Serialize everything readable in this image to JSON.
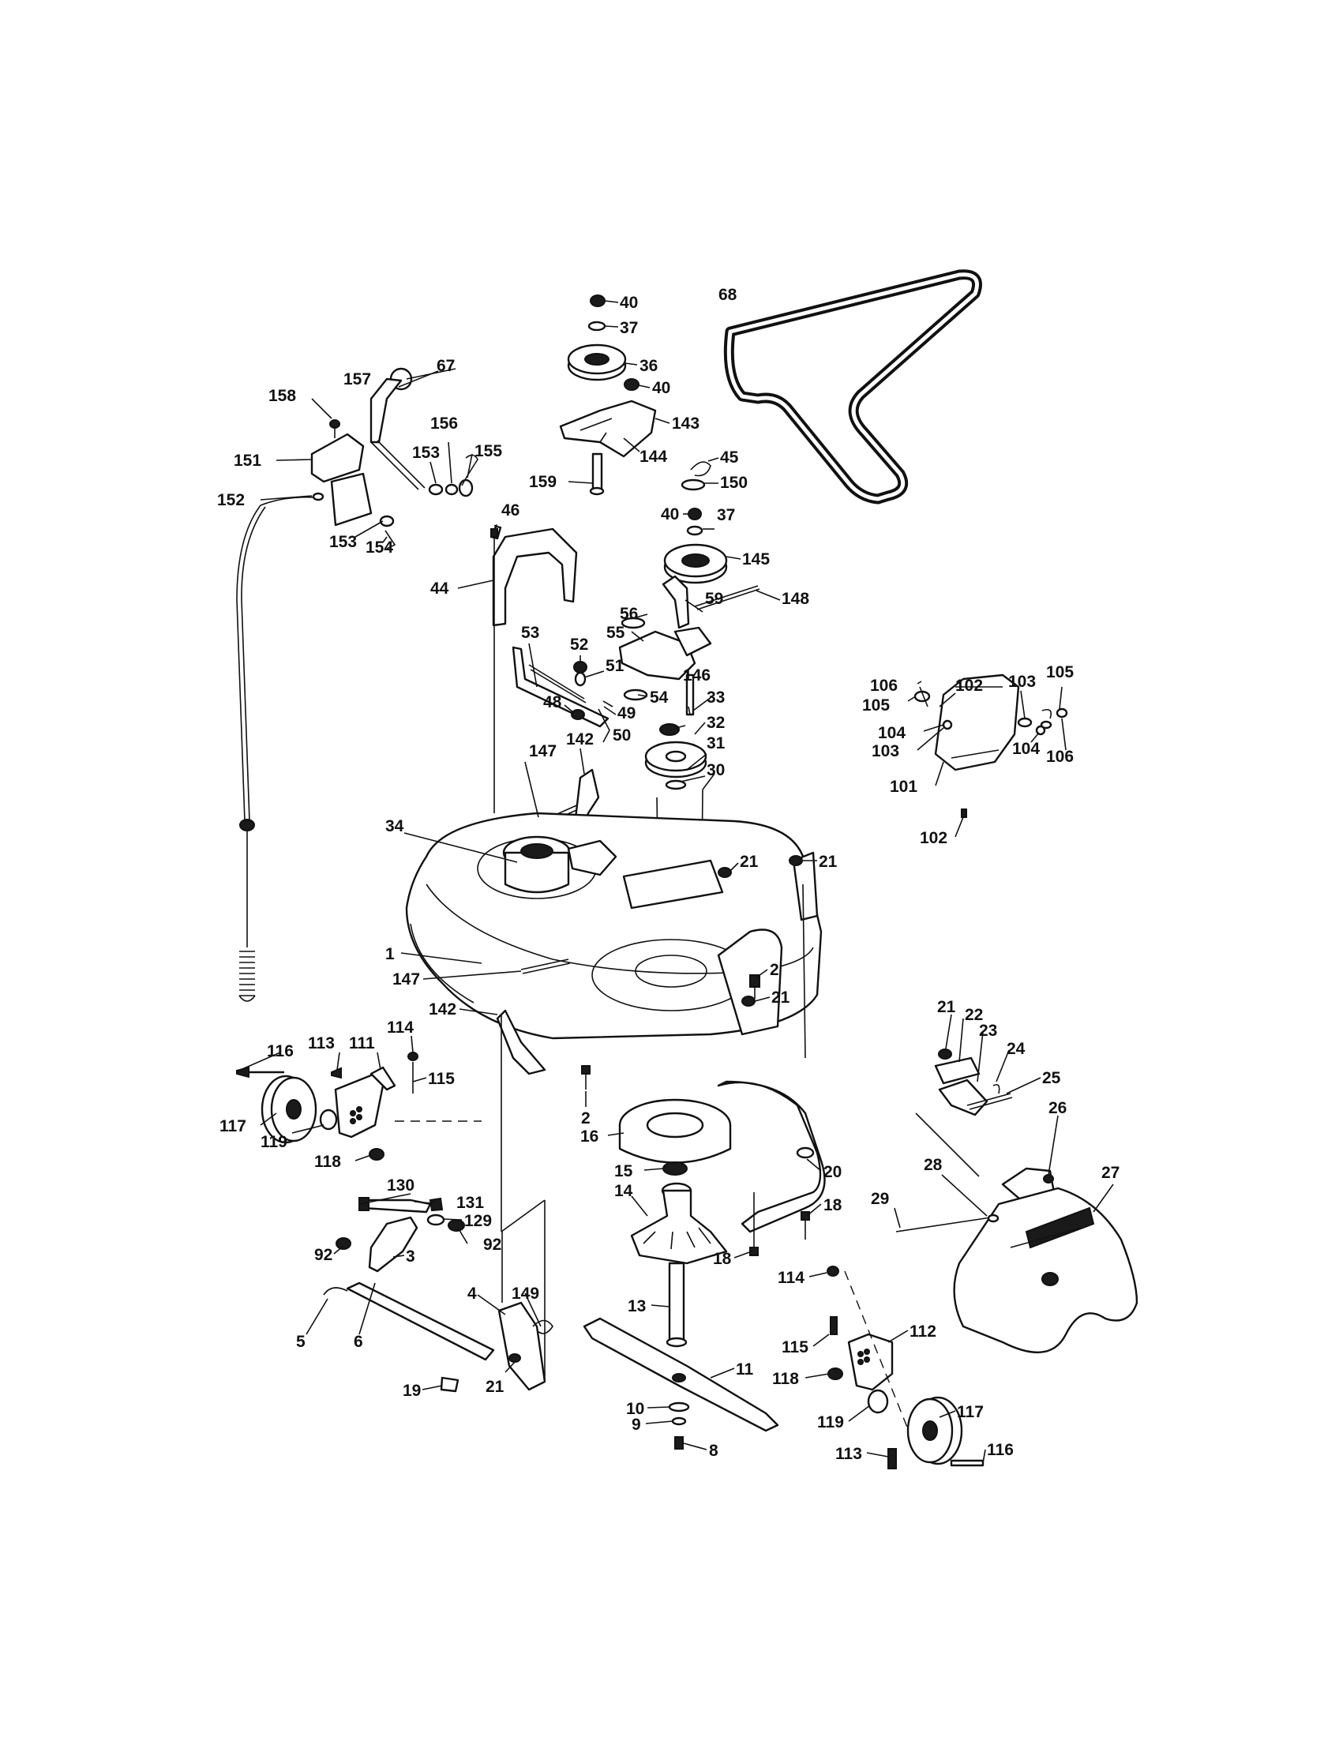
{
  "diagram": {
    "part_numbers": [
      "1",
      "2",
      "3",
      "4",
      "5",
      "6",
      "8",
      "9",
      "10",
      "11",
      "13",
      "14",
      "15",
      "16",
      "18",
      "19",
      "20",
      "21",
      "22",
      "23",
      "24",
      "25",
      "26",
      "27",
      "28",
      "29",
      "30",
      "31",
      "32",
      "33",
      "34",
      "36",
      "37",
      "40",
      "44",
      "45",
      "46",
      "48",
      "49",
      "50",
      "51",
      "52",
      "53",
      "54",
      "55",
      "56",
      "59",
      "67",
      "68",
      "92",
      "101",
      "102",
      "103",
      "104",
      "105",
      "106",
      "111",
      "112",
      "113",
      "114",
      "115",
      "116",
      "117",
      "118",
      "119",
      "129",
      "130",
      "131",
      "142",
      "143",
      "144",
      "145",
      "146",
      "147",
      "148",
      "149",
      "150",
      "151",
      "152",
      "153",
      "154",
      "155",
      "156",
      "157",
      "158",
      "159"
    ]
  }
}
